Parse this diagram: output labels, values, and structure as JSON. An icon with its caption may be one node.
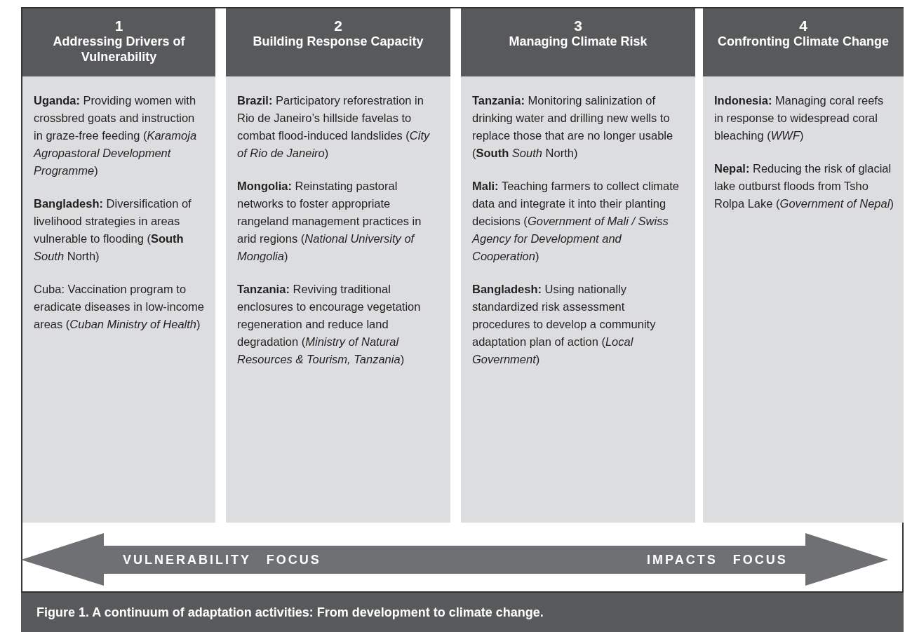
{
  "diagram": {
    "caption": "Figure 1. A continuum of adaptation activities: From development to climate change.",
    "nodes": [
      {
        "text": [
          "1",
          "Addressing Drivers of Vulnerability"
        ]
      },
      {
        "text": [
          "2",
          "Building Response Capacity"
        ]
      },
      {
        "text": [
          "3",
          "Managing Climate Risk"
        ]
      },
      {
        "text": [
          "4",
          "Confronting Climate Change"
        ]
      },
      {
        "text": [
          "**Uganda:** Providing women with crossbred goats and instruction in graze-free feeding (*Karamoja Agropastoral Development Programme*)",
          "**Bangladesh:** Diversification of livelihood strategies in areas vulnerable to flooding (**South** *South* North)",
          "Cuba: Vaccination program to eradicate diseases in low-income areas (*Cuban Ministry of Health*)"
        ]
      },
      {
        "text": [
          "**Brazil:** Participatory reforestration in Rio de Janeiro’s hillside favelas to combat flood-induced landslides (*City of Rio de Janeiro*)",
          "**Mongolia:** Reinstating pastoral networks to foster appropriate rangeland management practices in arid regions (*National University of Mongolia*)",
          "**Tanzania:** Reviving traditional enclosures to encourage vegetation regeneration and reduce land degradation (*Ministry of Natural Resources & Tourism, Tanzania*)"
        ]
      },
      {
        "text": [
          "**Tanzania:** Monitoring salinization of drinking water and drilling new wells to replace those that are no longer usable (**South** *South* North)",
          "**Mali:** Teaching farmers to collect climate data and integrate it into their planting decisions (*Government of Mali / Swiss Agency for Development and Cooperation*)",
          "**Bangladesh:** Using nationally standardized risk assessment procedures to develop a community adaptation plan of action (*Local Government*)"
        ]
      },
      {
        "text": [
          "**Indonesia:** Managing coral reefs in response to widespread coral bleaching (*WWF*)",
          "**Nepal:** Reducing the risk of glacial lake outburst floods from Tsho Rolpa Lake (*Government of Nepal*)"
        ]
      }
    ],
    "labels": [
      "VULNERABILITY FOCUS",
      "IMPACTS FOCUS"
    ]
  }
}
